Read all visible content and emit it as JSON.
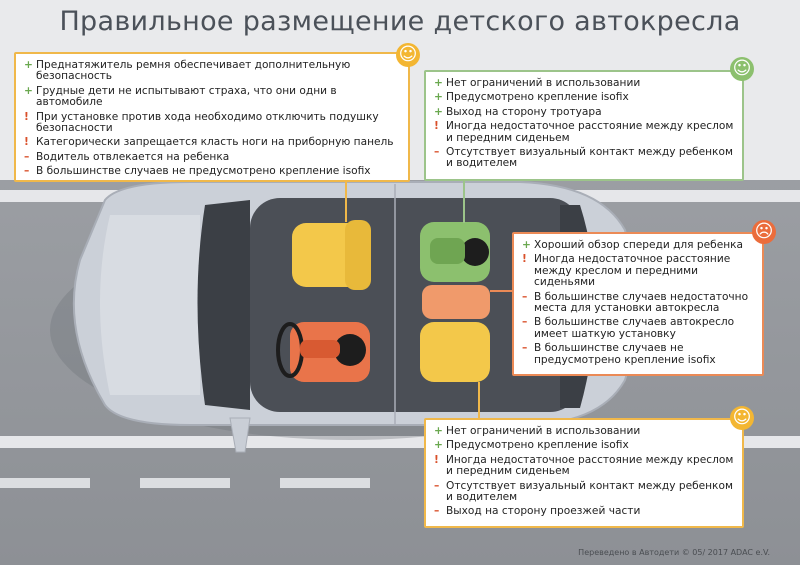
{
  "title": "Правильное размещение детского автокресла",
  "front_passenger_box": {
    "items": [
      {
        "mark": "+",
        "text": "Преднатяжитель ремня обеспечивает дополнительную безопасность"
      },
      {
        "mark": "+",
        "text": "Грудные дети не испытывают страха, что они одни в автомобиле"
      },
      {
        "mark": "!",
        "text": "При установке против хода необходимо отключить подушку безопасности"
      },
      {
        "mark": "!",
        "text": "Категорически запрещается класть ноги на приборную панель"
      },
      {
        "mark": "–",
        "text": "Водитель отвлекается на ребенка"
      },
      {
        "mark": "–",
        "text": "В большинстве случаев не предусмотрено крепление isofix"
      }
    ]
  },
  "rear_right_box": {
    "items": [
      {
        "mark": "+",
        "text": "Нет ограничений в использовании"
      },
      {
        "mark": "+",
        "text": "Предусмотрено крепление isofix"
      },
      {
        "mark": "+",
        "text": "Выход на сторону тротуара"
      },
      {
        "mark": "!",
        "text": "Иногда недостаточное расстояние между креслом и передним сиденьем"
      },
      {
        "mark": "–",
        "text": "Отсутствует визуальный контакт между ребенком и водителем"
      }
    ]
  },
  "rear_middle_box": {
    "items": [
      {
        "mark": "+",
        "text": "Хороший обзор спереди для ребенка"
      },
      {
        "mark": "!",
        "text": "Иногда недостаточное расстояние между креслом и передними сиденьями"
      },
      {
        "mark": "–",
        "text": "В большинстве случаев недостаточно места для установки автокресла"
      },
      {
        "mark": "–",
        "text": "В большинстве случаев автокресло имеет шаткую установку"
      },
      {
        "mark": "–",
        "text": "В большинстве случаев не предусмотрено крепление isofix"
      }
    ]
  },
  "rear_left_box": {
    "items": [
      {
        "mark": "+",
        "text": "Нет ограничений в использовании"
      },
      {
        "mark": "+",
        "text": "Предусмотрено крепление isofix"
      },
      {
        "mark": "!",
        "text": "Иногда недостаточное расстояние между креслом и передним сиденьем"
      },
      {
        "mark": "–",
        "text": "Отсутствует визуальный контакт между ребенком и водителем"
      },
      {
        "mark": "–",
        "text": "Выход на сторону проезжей части"
      }
    ]
  },
  "footer": "Переведено в Автодети © 05/ 2017 ADAC e.V.",
  "colors": {
    "yellow": "#f3b632",
    "green": "#8cc06e",
    "orange": "#eb6d3c",
    "car": "#c9ced6"
  }
}
